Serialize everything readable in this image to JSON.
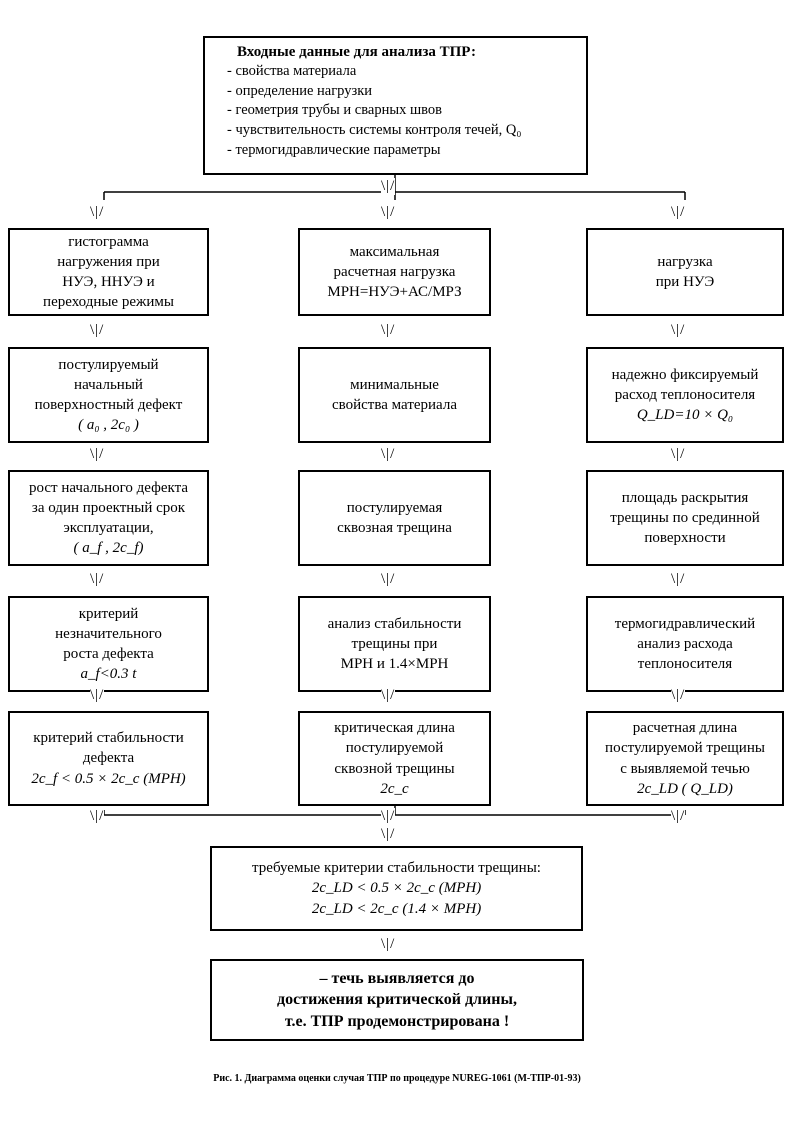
{
  "input": {
    "title": "Входные данные для анализа ТПР:",
    "items": [
      "- свойства материала",
      "- определение нагрузки",
      "- геометрия трубы и сварных швов",
      "- чувствительность системы контроля течей, Q₀",
      "- термогидравлические параметры"
    ]
  },
  "arrow_glyph": "\\|/",
  "columns": [
    {
      "boxes": [
        [
          "гистограмма",
          "нагружения при",
          "НУЭ, ННУЭ и",
          "переходные режимы"
        ],
        [
          "постулируемый",
          "начальный",
          "поверхностный дефект",
          "( a₀ , 2c₀ )"
        ],
        [
          "рост начального дефекта",
          "за один проектный срок",
          "эксплуатации,",
          "( a_f , 2c_f)"
        ],
        [
          "критерий",
          "незначительного",
          "роста дефекта",
          "a_f<0.3 t"
        ],
        [
          "критерий стабильности",
          "дефекта",
          "2c_f < 0.5 × 2c_c (МРН)"
        ]
      ]
    },
    {
      "boxes": [
        [
          "максимальная",
          "расчетная нагрузка",
          "МРН=НУЭ+АС/МРЗ"
        ],
        [
          "минимальные",
          "свойства материала"
        ],
        [
          "постулируемая",
          "сквозная трещина"
        ],
        [
          "анализ стабильности",
          "трещины при",
          "МРН и 1.4×МРН"
        ],
        [
          "критическая длина",
          "постулируемой",
          "сквозной трещины",
          "2c_c"
        ]
      ]
    },
    {
      "boxes": [
        [
          "нагрузка",
          "при НУЭ"
        ],
        [
          "надежно фиксируемый",
          "расход теплоносителя",
          "Q_LD=10 × Q₀"
        ],
        [
          "площадь раскрытия",
          "трещины по срединной",
          "поверхности"
        ],
        [
          "термогидравлический",
          "анализ расхода",
          "теплоносителя"
        ],
        [
          "расчетная длина",
          "постулируемой трещины",
          "с выявляемой течью",
          "2c_LD ( Q_LD)"
        ]
      ]
    }
  ],
  "criteria": {
    "title": "требуемые критерии стабильности трещины:",
    "lines": [
      "2c_LD < 0.5 × 2c_c (МРН)",
      "2c_LD < 2c_c (1.4 × МРН)"
    ]
  },
  "final": {
    "lines": [
      "– течь выявляется до",
      "достижения критической длины,",
      "т.е. ТПР продемонстрирована !"
    ]
  },
  "caption": "Рис. 1.  Диаграмма оценки случая ТПР по процедуре NUREG-1061 (М-ТПР-01-93)"
}
